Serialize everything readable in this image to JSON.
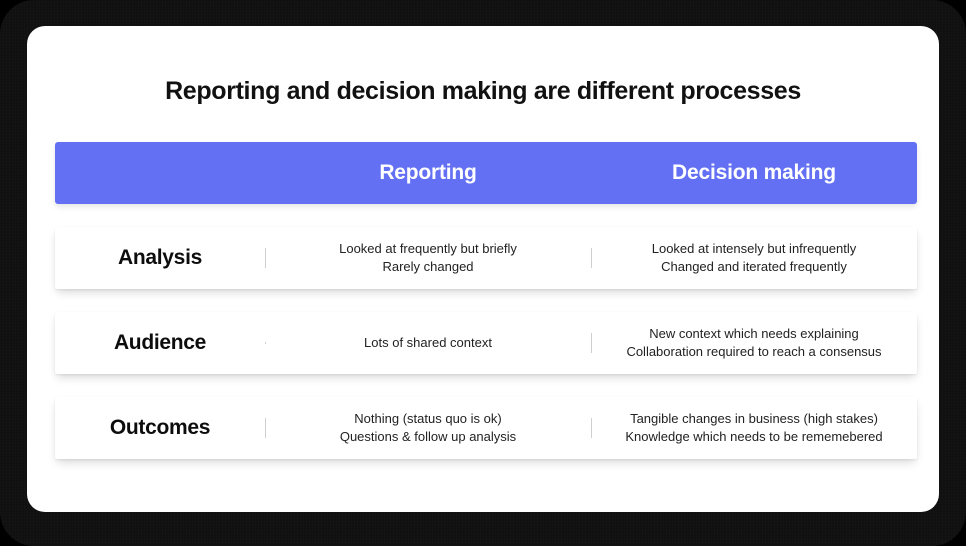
{
  "slide": {
    "title": "Reporting and decision making are different processes",
    "accent_color": "#6370F3",
    "table": {
      "header": {
        "label": "",
        "col_a": "Reporting",
        "col_b": "Decision making"
      },
      "rows": [
        {
          "label": "Analysis",
          "col_a": [
            "Looked at frequently but briefly",
            "Rarely changed"
          ],
          "col_b": [
            "Looked at intensely but infrequently",
            "Changed and iterated frequently"
          ]
        },
        {
          "label": "Audience",
          "col_a": [
            "Lots of shared context"
          ],
          "col_b": [
            "New context which needs explaining",
            "Collaboration required to reach a consensus"
          ]
        },
        {
          "label": "Outcomes",
          "col_a": [
            "Nothing (status quo is ok)",
            "Questions & follow up analysis"
          ],
          "col_b": [
            "Tangible changes in business (high stakes)",
            "Knowledge which needs to be rememebered"
          ]
        }
      ]
    }
  }
}
